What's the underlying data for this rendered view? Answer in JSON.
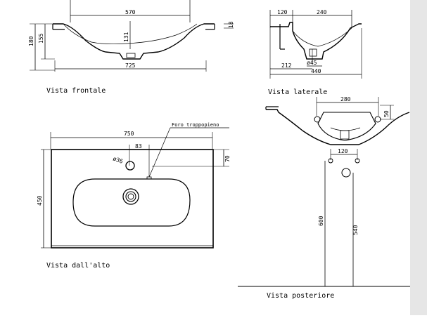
{
  "views": {
    "front": {
      "label": "Vista frontale",
      "dims": {
        "top_width": "570",
        "depth": "131",
        "height_outer": "180",
        "height_inner": "155",
        "overall_width": "725",
        "rim": "18"
      }
    },
    "side": {
      "label": "Vista laterale",
      "dims": {
        "rear": "120",
        "front": "240",
        "depth_total": "440",
        "drain_offset": "212",
        "drain_dia": "ø45"
      }
    },
    "top": {
      "label": "Vista dall'alto",
      "dims": {
        "width": "750",
        "depth": "450",
        "tap_offset": "83",
        "tap_dia": "ø36",
        "tap_from_back": "70"
      },
      "overflow_note": "Foro troppopieno"
    },
    "rear": {
      "label": "Vista posteriore",
      "dims": {
        "bracket_span": "280",
        "bracket_height": "50",
        "hole_span": "120",
        "mount_height": "600",
        "drain_height": "540"
      }
    }
  }
}
